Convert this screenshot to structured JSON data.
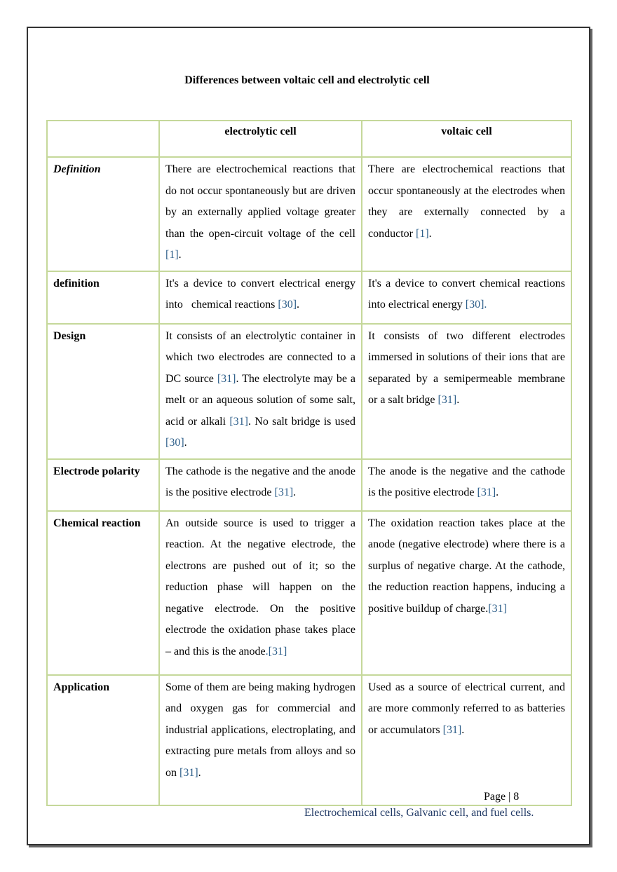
{
  "title": "Differences between voltaic cell and electrolytic cell",
  "table": {
    "headers": [
      "",
      "electrolytic cell",
      "voltaic cell"
    ],
    "rows": [
      {
        "label": "Definition",
        "electrolytic": "There are electrochemical reactions that do not occur spontaneously but are driven by an externally applied voltage greater than the open-circuit voltage of the cell",
        "electrolytic_ref": "[1]",
        "electrolytic_end": ".",
        "voltaic": "There are electrochemical reactions that occur spontaneously at the electrodes when they are externally connected by a conductor",
        "voltaic_ref": "[1]",
        "voltaic_end": "."
      },
      {
        "label": "definition",
        "electrolytic": "It's a device to convert electrical energy into   chemical reactions",
        "electrolytic_ref": "[30]",
        "electrolytic_end": ".",
        "voltaic": "It's a device to convert chemical reactions into electrical energy",
        "voltaic_ref": "[30].",
        "voltaic_end": ""
      },
      {
        "label": "Design",
        "electrolytic_parts": [
          "It consists of an electrolytic container in which two electrodes are connected to a DC source ",
          "[31]",
          ". The electrolyte may be a melt or an aqueous solution of some salt, acid or alkali ",
          "[31]",
          ". No salt bridge is used ",
          "[30]",
          "."
        ],
        "voltaic": "It consists of two different electrodes immersed in solutions of their ions that are separated by a semipermeable membrane or a salt bridge",
        "voltaic_ref": "[31]",
        "voltaic_end": "."
      },
      {
        "label": "Electrode polarity",
        "electrolytic": "The cathode is the negative and the anode is the positive electrode",
        "electrolytic_ref": "[31]",
        "electrolytic_end": ".",
        "voltaic": "The anode is the negative and the cathode is the positive electrode",
        "voltaic_ref": "[31]",
        "voltaic_end": "."
      },
      {
        "label": "Chemical reaction",
        "electrolytic": "An outside source is used to trigger a reaction. At the negative electrode, the electrons are pushed out of it; so the reduction phase will happen on the negative electrode. On the positive electrode the oxidation phase takes place – and this is the anode",
        "electrolytic_ref": ".[31]",
        "electrolytic_end": "",
        "voltaic": "The oxidation reaction takes place at the anode (negative electrode) where there is a surplus of negative charge. At the cathode, the reduction reaction happens, inducing a positive buildup of charge.",
        "voltaic_ref": "[31]",
        "voltaic_end": ""
      },
      {
        "label": "Application",
        "electrolytic": "Some of them are being making hydrogen and oxygen gas for commercial and industrial applications, electroplating, and extracting pure metals from alloys and so on",
        "electrolytic_ref": "[31]",
        "electrolytic_end": ".",
        "voltaic": "Used as a source of electrical current, and are more commonly referred to as batteries or accumulators",
        "voltaic_ref": "[31]",
        "voltaic_end": "."
      }
    ]
  },
  "page_label": "Page | 8",
  "footer": "Electrochemical cells, Galvanic cell, and fuel cells.",
  "colors": {
    "table_border": "#c5d89a",
    "reference": "#2e5f8a",
    "footer": "#1f3864"
  }
}
